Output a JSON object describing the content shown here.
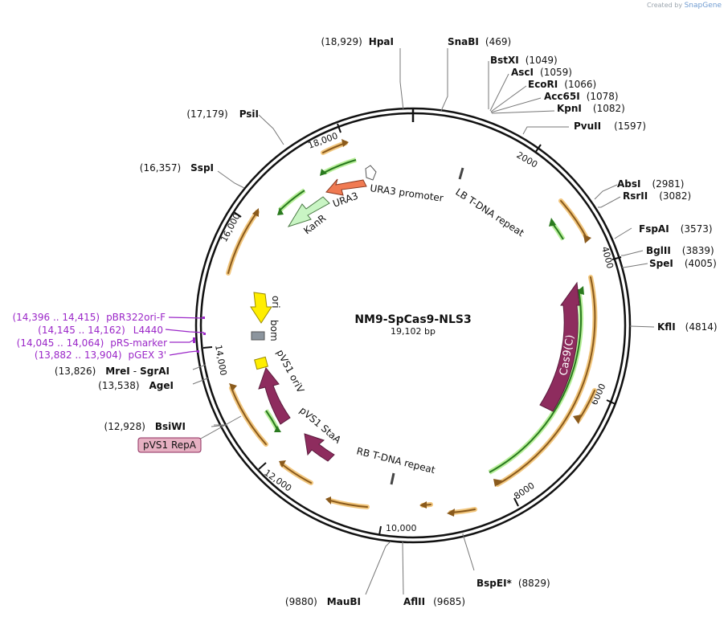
{
  "brand": {
    "created_by": "Created by",
    "product": "SnapGene"
  },
  "plasmid": {
    "name": "NM9-SpCas9-NLS3",
    "size_label": "19,102 bp",
    "length": 19102
  },
  "colors": {
    "ring": "#111111",
    "primer": "#9b27c8",
    "orange": "#e8a040",
    "green": "#6cc24a",
    "cas9": "#8e2c5e",
    "ura3": "#f07a52",
    "kanr": "#c9f5c4",
    "ori": "#ffee00",
    "bom": "#8c959e",
    "repa_fill": "#e6b0c2",
    "repa_border": "#8e2c5e"
  },
  "sites": [
    {
      "name": "HpaI",
      "pos": "(18,929)",
      "side": "left"
    },
    {
      "name": "SnaBI",
      "pos": "(469)",
      "side": "right"
    },
    {
      "name": "BstXI",
      "pos": "(1049)",
      "side": "right"
    },
    {
      "name": "AscI",
      "pos": "(1059)",
      "side": "right"
    },
    {
      "name": "EcoRI",
      "pos": "(1066)",
      "side": "right"
    },
    {
      "name": "Acc65I",
      "pos": "(1078)",
      "side": "right"
    },
    {
      "name": "KpnI",
      "pos": "(1082)",
      "side": "right"
    },
    {
      "name": "PvuII",
      "pos": "(1597)",
      "side": "right"
    },
    {
      "name": "AbsI",
      "pos": "(2981)",
      "side": "right"
    },
    {
      "name": "RsrII",
      "pos": "(3082)",
      "side": "right"
    },
    {
      "name": "FspAI",
      "pos": "(3573)",
      "side": "right"
    },
    {
      "name": "BglII",
      "pos": "(3839)",
      "side": "right"
    },
    {
      "name": "SpeI",
      "pos": "(4005)",
      "side": "right"
    },
    {
      "name": "KflI",
      "pos": "(4814)",
      "side": "right"
    },
    {
      "name": "BspEI",
      "pos": "(8829)",
      "side": "right",
      "mark": "*"
    },
    {
      "name": "AflII",
      "pos": "(9685)",
      "side": "right"
    },
    {
      "name": "MauBI",
      "pos": "(9880)",
      "side": "left"
    },
    {
      "name": "BsiWI",
      "pos": "(12,928)",
      "side": "left"
    },
    {
      "name": "AgeI",
      "pos": "(13,538)",
      "side": "left"
    },
    {
      "name": "MreI",
      "pos": "(13,826)",
      "side": "left",
      "pair": "SgrAI"
    },
    {
      "name": "SspI",
      "pos": "(16,357)",
      "side": "left"
    },
    {
      "name": "PsiI",
      "pos": "(17,179)",
      "side": "left"
    }
  ],
  "primers": [
    {
      "name": "pBR322ori-F",
      "pos": "(14,396 .. 14,415)"
    },
    {
      "name": "L4440",
      "pos": "(14,145 .. 14,162)"
    },
    {
      "name": "pRS-marker",
      "pos": "(14,045 .. 14,064)"
    },
    {
      "name": "pGEX 3'",
      "pos": "(13,882 .. 13,904)"
    }
  ],
  "features": {
    "lb": "LB T-DNA repeat",
    "rb": "RB T-DNA repeat",
    "ura3_promoter": "URA3 promoter",
    "ura3": "URA3",
    "kanr": "KanR",
    "ori": "ori",
    "bom": "bom",
    "pvs1_oriv": "pVS1 oriV",
    "pvs1_staa": "pVS1 StaA",
    "cas9": "Cas9(C)",
    "pvs1_repa": "pVS1 RepA"
  },
  "ticks": [
    "2000",
    "4000",
    "6000",
    "8000",
    "10,000",
    "12,000",
    "14,000",
    "16,000",
    "18,000"
  ]
}
